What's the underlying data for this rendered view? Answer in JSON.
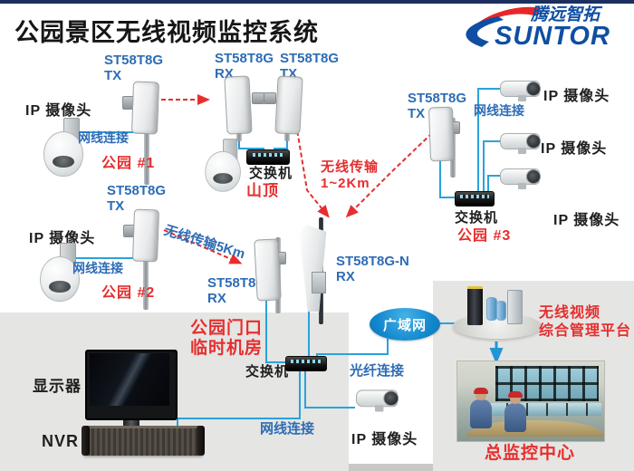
{
  "header": {
    "title": "公园景区无线视频监控系统"
  },
  "logo": {
    "brand_cn": "腾远智拓",
    "brand_en": "SUNTOR"
  },
  "park1": {
    "device_model": "ST58T8G",
    "device_role": "TX",
    "camera_label": "IP 摄像头",
    "link_label": "网线连接",
    "site_label": "公园 #1"
  },
  "hilltop": {
    "rx_model": "ST58T8G",
    "rx_role": "RX",
    "tx_model": "ST58T8G",
    "tx_role": "TX",
    "switch_label": "交换机",
    "site_label": "山顶"
  },
  "wireless_1_2": {
    "line1": "无线传输",
    "line2": "1~2Km"
  },
  "park3": {
    "device_model": "ST58T8G",
    "device_role": "TX",
    "link_label": "网线连接",
    "camera_labels": [
      "IP 摄像头",
      "IP 摄像头",
      "IP 摄像头"
    ],
    "switch_label": "交换机",
    "site_label": "公园 #3"
  },
  "park2": {
    "device_model": "ST58T8G",
    "device_role": "TX",
    "camera_label": "IP 摄像头",
    "link_label": "网线连接",
    "site_label": "公园 #2",
    "wireless_label": "无线传输5Km"
  },
  "center": {
    "rx_model": "ST58T8G",
    "rx_role": "RX",
    "nrx_model": "ST58T8G-N",
    "nrx_role": "RX",
    "room_line1": "公园门口",
    "room_line2": "临时机房",
    "switch_label": "交换机",
    "lan_label": "网线连接",
    "fiber_label": "光纤连接",
    "camera_label": "IP 摄像头",
    "monitor_label": "显示器",
    "nvr_label": "NVR"
  },
  "wan": {
    "label": "广域网"
  },
  "platform": {
    "line1": "无线视频",
    "line2": "综合管理平台"
  },
  "control_center": {
    "label": "总监控中心"
  },
  "colors": {
    "label_blue": "#2d6cb5",
    "line_cyan": "#29a3dc",
    "alert_red": "#e62e2e",
    "wan_blue": "#1287cc",
    "logo_blue": "#0f4ea3",
    "logo_red": "#e8262a"
  },
  "icons": {
    "panel-antenna-icon": "css-shape",
    "sector-antenna-icon": "css-shape",
    "dome-camera-icon": "css-shape",
    "bullet-camera-icon": "css-shape",
    "network-switch-icon": "css-shape",
    "monitor-icon": "css-shape",
    "nvr-icon": "css-shape",
    "server-platform-icon": "css-shape",
    "wan-cloud": "ellipse",
    "control-room-image": "photo"
  }
}
